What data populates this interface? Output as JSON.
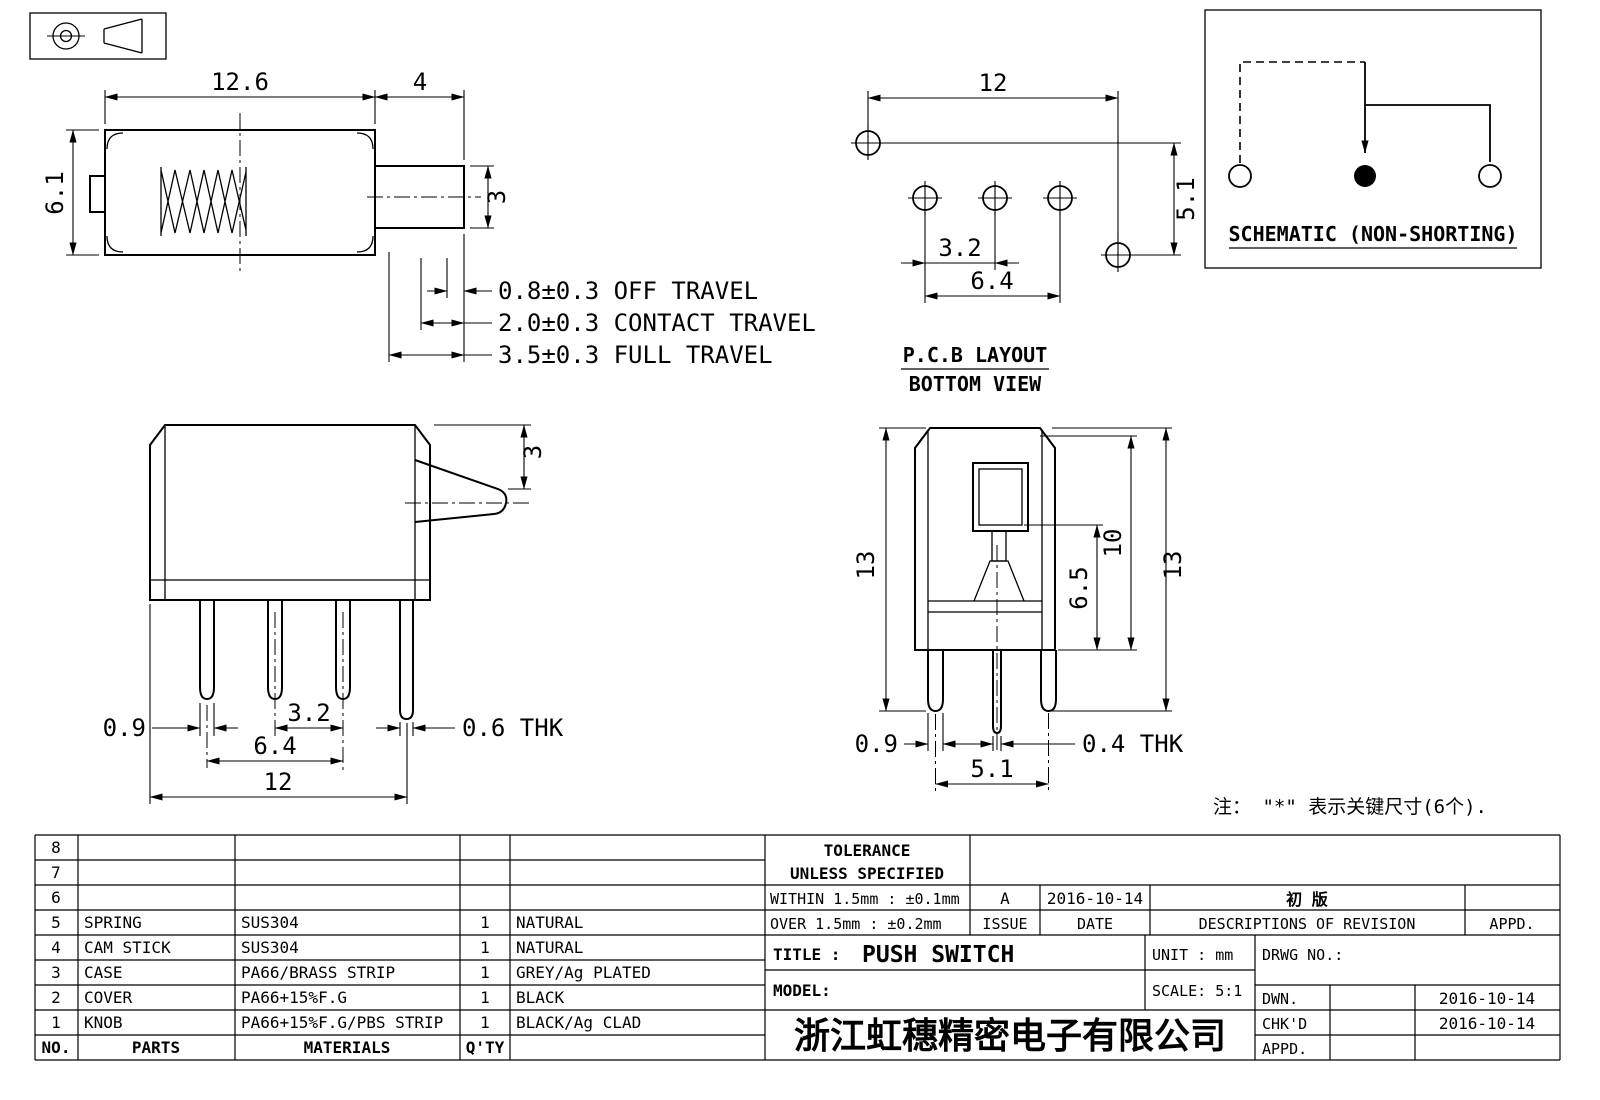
{
  "top_side_view": {
    "dim_width": "12.6",
    "dim_plunger_len": "4",
    "dim_height": "6.1",
    "dim_plunger_h": "3",
    "travel_off": "0.8±0.3 OFF TRAVEL",
    "travel_contact": "2.0±0.3 CONTACT TRAVEL",
    "travel_full": "3.5±0.3 FULL TRAVEL"
  },
  "pcb_view": {
    "dim_width": "12",
    "dim_height": "5.1",
    "dim_pitch": "3.2",
    "dim_span": "6.4",
    "label_line1": "P.C.B LAYOUT",
    "label_line2": "BOTTOM VIEW"
  },
  "schematic": {
    "label": "SCHEMATIC (NON-SHORTING)"
  },
  "front_view": {
    "dim_knob": "3",
    "dim_pin_w": "0.9",
    "dim_pitch": "3.2",
    "dim_span": "6.4",
    "dim_width": "12",
    "dim_thk": "0.6 THK"
  },
  "right_side_view": {
    "dim_h_left": "13",
    "dim_inner": "6.5",
    "dim_mid": "10",
    "dim_h_right": "13",
    "dim_pin_w": "0.9",
    "dim_span": "5.1",
    "dim_thk": "0.4 THK"
  },
  "note": "注： \"*\"  表示关键尺寸(6个).",
  "parts_table": {
    "header": {
      "no": "NO.",
      "parts": "PARTS",
      "materials": "MATERIALS",
      "qty": "Q'TY"
    },
    "rows": [
      {
        "no": "8",
        "part": "",
        "material": "",
        "qty": "",
        "finish": ""
      },
      {
        "no": "7",
        "part": "",
        "material": "",
        "qty": "",
        "finish": ""
      },
      {
        "no": "6",
        "part": "",
        "material": "",
        "qty": "",
        "finish": ""
      },
      {
        "no": "5",
        "part": "SPRING",
        "material": "SUS304",
        "qty": "1",
        "finish": "NATURAL"
      },
      {
        "no": "4",
        "part": "CAM STICK",
        "material": "SUS304",
        "qty": "1",
        "finish": "NATURAL"
      },
      {
        "no": "3",
        "part": "CASE",
        "material": "PA66/BRASS STRIP",
        "qty": "1",
        "finish": "GREY/Ag PLATED"
      },
      {
        "no": "2",
        "part": "COVER",
        "material": "PA66+15%F.G",
        "qty": "1",
        "finish": "BLACK"
      },
      {
        "no": "1",
        "part": "KNOB",
        "material": "PA66+15%F.G/PBS STRIP",
        "qty": "1",
        "finish": "BLACK/Ag CLAD"
      }
    ]
  },
  "title_block": {
    "tolerance1": "TOLERANCE",
    "tolerance2": "UNLESS  SPECIFIED",
    "within": "WITHIN 1.5mm : ±0.1mm",
    "over": "OVER 1.5mm : ±0.2mm",
    "issue_value": "A",
    "date_value": "2016-10-14",
    "revision_value": "初  版",
    "issue_label": "ISSUE",
    "date_label": "DATE",
    "descriptions_label": "DESCRIPTIONS OF REVISION",
    "appd_label": "APPD.",
    "title_label": "TITLE :",
    "title_value": "PUSH SWITCH",
    "unit_label": "UNIT :  mm",
    "drwg_label": "DRWG NO.:",
    "model_label": "MODEL:",
    "scale_label": "SCALE:  5:1",
    "dwn_label": "DWN.",
    "dwn_date": "2016-10-14",
    "chkd_label": "CHK'D",
    "chkd_date": "2016-10-14",
    "appd2_label": "APPD.",
    "company": "浙江虹穗精密电子有限公司"
  }
}
